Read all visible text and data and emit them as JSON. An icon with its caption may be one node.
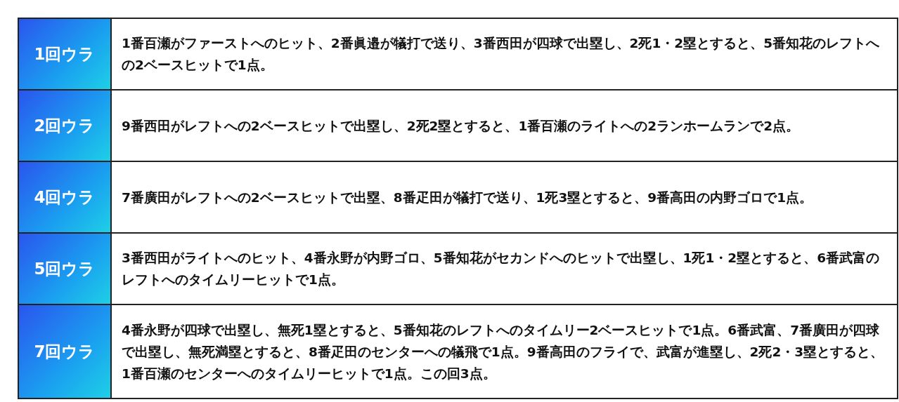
{
  "diagram": {
    "labels": [
      "1回ウラ",
      "1番百瀬がファーストへのヒット、2番眞邉が犠打で送り、3番西田が四球で出塁し、2死1・2塁とすると、5番知花のレフトへの2ベースヒットで1点。",
      "2回ウラ",
      "9番西田がレフトへの2ベースヒットで出塁し、2死2塁とすると、1番百瀬のライトへの2ランホームランで2点。",
      "4回ウラ",
      "7番廣田がレフトへの2ベースヒットで出塁、8番疋田が犠打で送り、1死3塁とすると、9番高田の内野ゴロで1点。",
      "5回ウラ",
      "3番西田がライトへのヒット、4番永野が内野ゴロ、5番知花がセカンドへのヒットで出塁し、1死1・2塁とすると、6番武富のレフトへのタイムリーヒットで1点。",
      "7回ウラ",
      "4番永野が四球で出塁し、無死1塁とすると、5番知花のレフトへのタイムリー2ベースヒットで1点。6番武富、7番廣田が四球で出塁し、無死満塁とすると、8番疋田のセンターへの犠飛で1点。9番高田のフライで、武富が進塁し、2死2・3塁とすると、1番百瀬のセンターへのタイムリーヒットで1点。この回3点。"
    ]
  }
}
